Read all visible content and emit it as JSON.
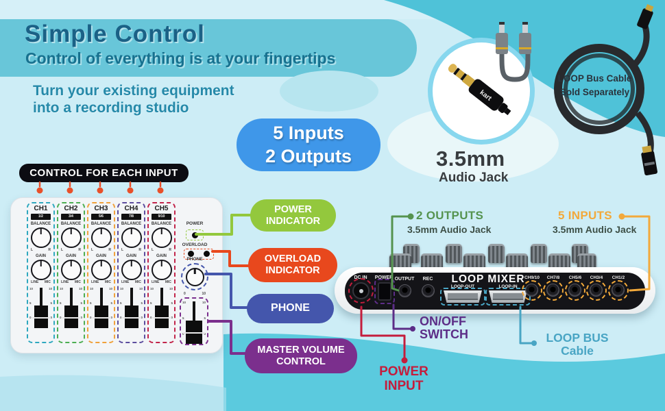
{
  "palette": {
    "background": "#cdedf6",
    "top_strip": "#d6f0f8",
    "band": "#68c6d9",
    "corner_teal": "#4fc2d8",
    "bottom_wave": "#5bcade",
    "title_color": "#1b6186",
    "subtitle_color": "#17718f",
    "tagline_color": "#2589a9",
    "badge_bg": "#3f97e9"
  },
  "header": {
    "title": "Simple Control",
    "subtitle": "Control of everything is at your fingertips",
    "tagline_line1": "Turn your existing equipment",
    "tagline_line2": "into a recording studio"
  },
  "badge": {
    "line1": "5 Inputs",
    "line2": "2 Outputs"
  },
  "jack_feature": {
    "size": "3.5mm",
    "type": "Audio Jack",
    "brand": "kart"
  },
  "cable_feature": {
    "line1": "LOOP Bus Cable",
    "line2": "Sold Separately"
  },
  "control_box": {
    "title": "CONTROL FOR EACH INPUT",
    "connector_color": "#e8502a"
  },
  "mixer_panel": {
    "channels": [
      {
        "name": "CH1",
        "pair": "1/2",
        "color": "#2ea8bf"
      },
      {
        "name": "CH2",
        "pair": "3/4",
        "color": "#4cae52"
      },
      {
        "name": "CH3",
        "pair": "5/6",
        "color": "#f0a13a"
      },
      {
        "name": "CH4",
        "pair": "7/8",
        "color": "#5c4d9e"
      },
      {
        "name": "CH5",
        "pair": "9/10",
        "color": "#c2244a"
      }
    ],
    "labels": {
      "balance": "BALANCE",
      "gain": "GAIN",
      "left": "L",
      "right": "R",
      "line": "LINE",
      "mic": "MIC",
      "power": "POWER",
      "overload": "OVERLOAD",
      "phone": "PHONE",
      "phone_min": "0",
      "phone_max": "10"
    },
    "fader_scale": [
      "10",
      "5",
      "0"
    ]
  },
  "callouts": {
    "power_indicator": {
      "label": "POWER INDICATOR",
      "color": "#93c83d"
    },
    "overload_indicator": {
      "label": "OVERLOAD INDICATOR",
      "color": "#e8481d"
    },
    "phone": {
      "label": "PHONE",
      "color": "#4456ac"
    },
    "master_volume": {
      "label": "MASTER VOLUME CONTROL",
      "color": "#7b2f8d"
    },
    "outputs": {
      "label": "2 OUTPUTS",
      "sub": "3.5mm Audio Jack",
      "color": "#55934f",
      "sub_color": "#3d4f46"
    },
    "inputs": {
      "label": "5 INPUTS",
      "sub": "3.5mm Audio Jack",
      "color": "#f2a93b",
      "sub_color": "#3d4f46"
    },
    "onoff_switch": {
      "line1": "ON/OFF",
      "line2": "SWITCH",
      "color": "#5c2d87"
    },
    "power_input": {
      "line1": "POWER",
      "line2": "INPUT",
      "color": "#c41d3c"
    },
    "loop_bus": {
      "line1": "LOOP BUS",
      "line2": "Cable",
      "color": "#49a5c4"
    }
  },
  "device": {
    "name": "LOOP MIXER",
    "rear_labels": {
      "dc_in": "DC IN",
      "power": "POWER",
      "output": "OUTPUT",
      "rec": "REC"
    },
    "loop_ports": {
      "out": "LOOP-OUT",
      "in": "LOOP-IN"
    },
    "input_jacks": [
      "CH9/10",
      "CH7/8",
      "CH5/6",
      "CH3/4",
      "CH1/2"
    ]
  }
}
